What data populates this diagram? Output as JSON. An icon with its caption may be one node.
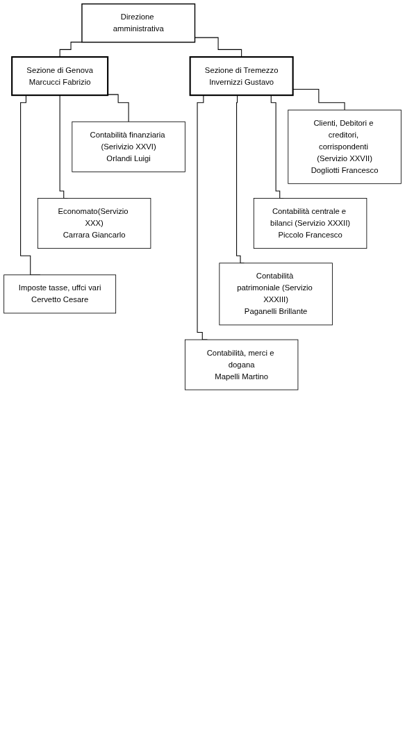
{
  "diagram": {
    "nodes": [
      {
        "text": [
          "Direzione amministrativa"
        ]
      },
      {
        "text": [
          "Sezione di Genova",
          "Marcucci Fabrizio"
        ]
      },
      {
        "text": [
          "Sezione di Tremezzo",
          "Invernizzi Gustavo"
        ]
      },
      {
        "text": [
          "Contabilità finanziaria (Serivizio XXVI)",
          "Orlandi Luigi"
        ]
      },
      {
        "text": [
          "Economato(Servizio XXX)",
          "Carrara Giancarlo"
        ]
      },
      {
        "text": [
          "Imposte tasse, uffci vari",
          "Cervetto Cesare"
        ]
      },
      {
        "text": [
          "Clienti, Debitori e creditori, corrispondenti (Servizio XXVII)",
          "Dogliotti Francesco"
        ]
      },
      {
        "text": [
          "Contabilità centrale e bilanci (Servizio XXXII)",
          "Piccolo Francesco"
        ]
      },
      {
        "text": [
          "Contabilità patrimoniale (Servizio XXXIII)",
          "Paganelli Brillante"
        ]
      },
      {
        "text": [
          "Contabilità, merci e dogana",
          "Mapelli Martino"
        ]
      }
    ],
    "edges": [
      {
        "from": 0,
        "to": 1,
        "arrow": "none"
      },
      {
        "from": 0,
        "to": 2,
        "arrow": "none"
      },
      {
        "from": 1,
        "to": 3,
        "arrow": "none"
      },
      {
        "from": 1,
        "to": 4,
        "arrow": "none"
      },
      {
        "from": 1,
        "to": 5,
        "arrow": "none"
      },
      {
        "from": 2,
        "to": 6,
        "arrow": "none"
      },
      {
        "from": 2,
        "to": 7,
        "arrow": "none"
      },
      {
        "from": 2,
        "to": 8,
        "arrow": "none"
      },
      {
        "from": 2,
        "to": 9,
        "arrow": "none"
      }
    ]
  }
}
